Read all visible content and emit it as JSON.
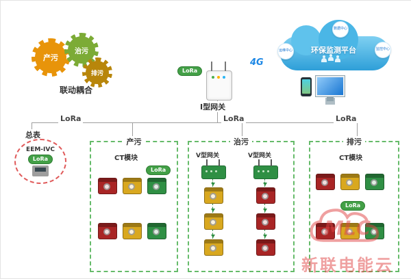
{
  "labels": {
    "lora": "LoRa"
  },
  "gears": {
    "items": [
      {
        "label": "产污"
      },
      {
        "label": "治污"
      },
      {
        "label": "排污"
      }
    ],
    "caption": "联动耦合"
  },
  "gateway": {
    "label": "I型网关"
  },
  "network": {
    "label": "4G"
  },
  "cloud": {
    "title": "环保监测平台",
    "badge_top": "数据中心",
    "badge_left": "运维中心",
    "badge_right": "监控中心"
  },
  "meter": {
    "title": "总表",
    "model": "EEM-IVC"
  },
  "box_chanwu": {
    "title": "产污",
    "module_label": "CT模块"
  },
  "box_zhiwu": {
    "title": "治污",
    "gateway_left": "V型网关",
    "gateway_right": "V型网关"
  },
  "box_paiwu": {
    "title": "排污",
    "module_label": "CT模块"
  },
  "colors": {
    "gear_orange": "#e8940a",
    "gear_green": "#7cab36",
    "gear_gold": "#b8860b",
    "lora_green": "#43a047",
    "module_red": "#a92525",
    "module_yellow": "#d9a81f",
    "module_green": "#2f8f44",
    "box_dash_green": "#66bb6a",
    "meter_dash_red": "#e05a5a",
    "cloud_blue": "#2e9fd8",
    "watermark_red": "#e04444"
  },
  "watermark": {
    "logo": "MLC",
    "text": "新联电能云"
  }
}
